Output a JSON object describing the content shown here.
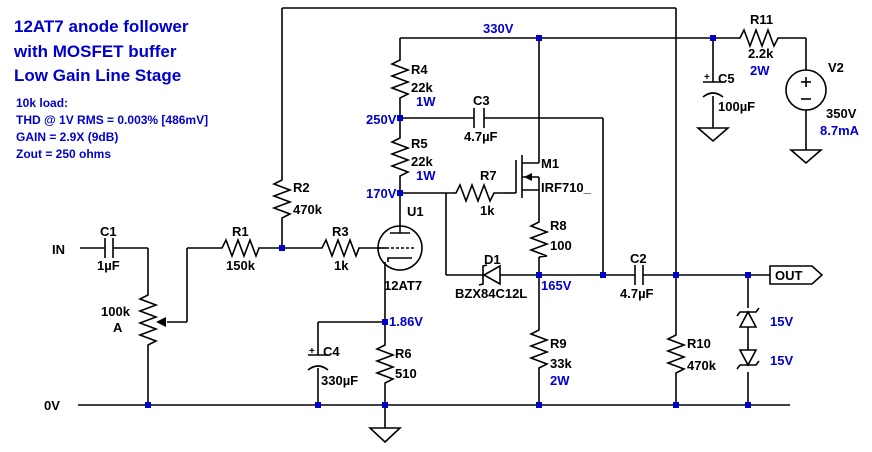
{
  "title": [
    "12AT7 anode follower",
    "with MOSFET buffer",
    "Low Gain Line Stage"
  ],
  "notes": [
    "10k load:",
    "THD @ 1V RMS = 0.003%  [486mV]",
    "GAIN = 2.9X (9dB)",
    "Zout = 250 ohms"
  ],
  "ports": {
    "input": "IN",
    "ground": "0V",
    "output": "OUT"
  },
  "nodes": {
    "supply": "330V",
    "r4_r5": "250V",
    "anode": "170V",
    "source": "165V",
    "cathode": "1.86V"
  },
  "components": {
    "C1": {
      "ref": "C1",
      "value": "1µF"
    },
    "VR": {
      "value": "100k",
      "taper": "A"
    },
    "R1": {
      "ref": "R1",
      "value": "150k"
    },
    "R2": {
      "ref": "R2",
      "value": "470k"
    },
    "R3": {
      "ref": "R3",
      "value": "1k"
    },
    "R4": {
      "ref": "R4",
      "value": "22k",
      "power": "1W"
    },
    "R5": {
      "ref": "R5",
      "value": "22k",
      "power": "1W"
    },
    "R6": {
      "ref": "R6",
      "value": "510"
    },
    "R7": {
      "ref": "R7",
      "value": "1k"
    },
    "R8": {
      "ref": "R8",
      "value": "100"
    },
    "R9": {
      "ref": "R9",
      "value": "33k",
      "power": "2W"
    },
    "R10": {
      "ref": "R10",
      "value": "470k"
    },
    "R11": {
      "ref": "R11",
      "value": "2.2k",
      "power": "2W"
    },
    "C2": {
      "ref": "C2",
      "value": "4.7µF"
    },
    "C3": {
      "ref": "C3",
      "value": "4.7µF"
    },
    "C4": {
      "ref": "C4",
      "value": "330µF"
    },
    "C5": {
      "ref": "C5",
      "value": "100µF"
    },
    "U1": {
      "ref": "U1",
      "value": "12AT7"
    },
    "M1": {
      "ref": "M1",
      "value": "IRF710_"
    },
    "D1": {
      "ref": "D1",
      "value": "BZX84C12L"
    },
    "Z1": {
      "value": "15V"
    },
    "Z2": {
      "value": "15V"
    },
    "V2": {
      "ref": "V2",
      "value": "350V",
      "current": "8.7mA"
    }
  },
  "colors": {
    "wire": "#000000",
    "label_blue": "#0000cc",
    "node_dot": "#0000cc",
    "background": "#ffffff"
  }
}
